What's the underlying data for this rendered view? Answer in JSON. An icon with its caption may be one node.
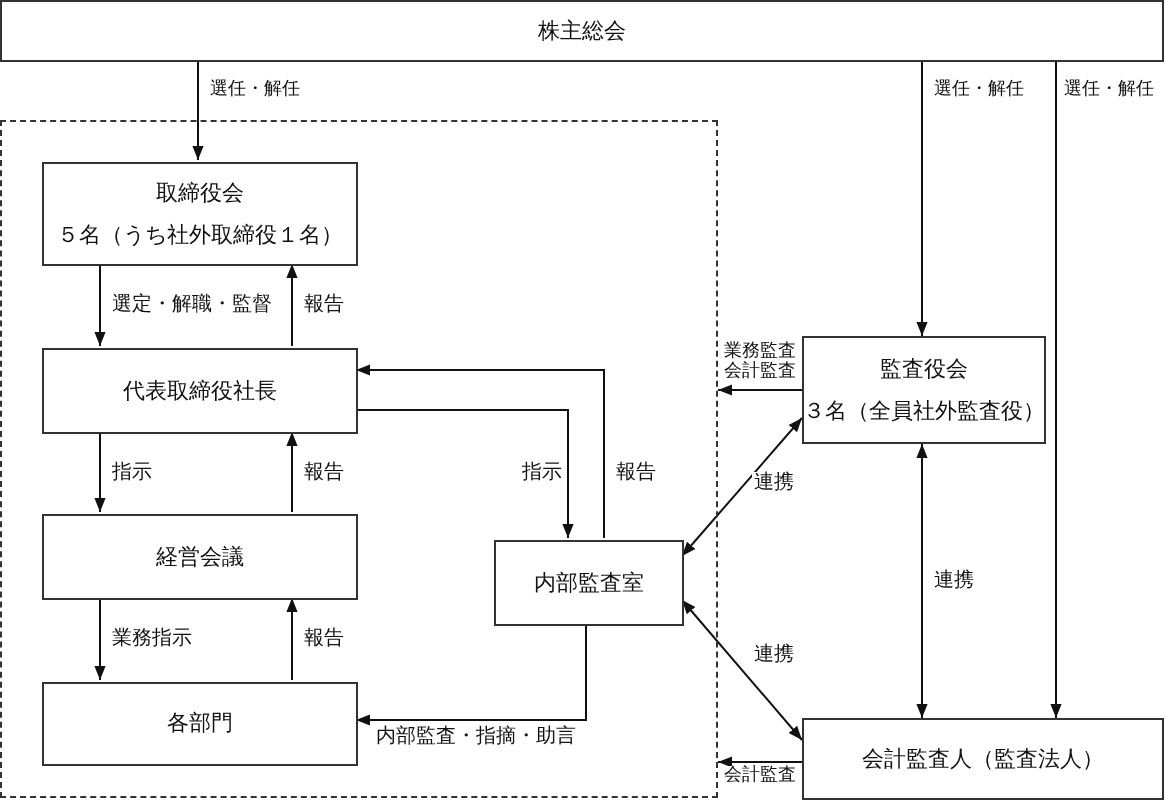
{
  "diagram": {
    "nodes": [
      {
        "text": [
          "株主総会"
        ]
      },
      {
        "text": [],
        "shape": "box"
      },
      {
        "text": [
          "取締役会",
          "５名（うち社外取締役１名）"
        ],
        "in": 1
      },
      {
        "text": [
          "代表取締役社長"
        ],
        "in": 1
      },
      {
        "text": [
          "経営会議"
        ],
        "in": 1
      },
      {
        "text": [
          "各部門"
        ],
        "in": 1
      },
      {
        "text": [
          "内部監査室"
        ],
        "in": 1
      },
      {
        "text": [
          "監査役会",
          "３名（全員社外監査役）"
        ]
      },
      {
        "text": [
          "会計監査人（監査法人）"
        ]
      }
    ],
    "edges": [
      {
        "from": 0,
        "to": 2,
        "arrow": "to",
        "label": "選任・解任"
      },
      {
        "from": 0,
        "to": 7,
        "arrow": "to",
        "label": "選任・解任"
      },
      {
        "from": 0,
        "to": 8,
        "arrow": "to",
        "label": "選任・解任"
      },
      {
        "from": 2,
        "to": 3,
        "arrow": "to",
        "label": "選定・解職・監督"
      },
      {
        "from": 3,
        "to": 2,
        "arrow": "to",
        "label": "報告"
      },
      {
        "from": 3,
        "to": 4,
        "arrow": "to",
        "label": "指示"
      },
      {
        "from": 4,
        "to": 3,
        "arrow": "to",
        "label": "報告"
      },
      {
        "from": 4,
        "to": 5,
        "arrow": "to",
        "label": "業務指示"
      },
      {
        "from": 5,
        "to": 4,
        "arrow": "to",
        "label": "報告"
      },
      {
        "from": 3,
        "to": 6,
        "arrow": "to",
        "label": "指示"
      },
      {
        "from": 6,
        "to": 3,
        "arrow": "to",
        "label": "報告"
      },
      {
        "from": 6,
        "to": 5,
        "arrow": "to",
        "label": "内部監査・指摘・助言"
      },
      {
        "from": 7,
        "to": 1,
        "arrow": "to",
        "label": "業務監査会計監査"
      },
      {
        "from": 6,
        "to": 7,
        "arrow": "both",
        "label": "連携"
      },
      {
        "from": 7,
        "to": 8,
        "arrow": "both",
        "label": "連携"
      },
      {
        "from": 6,
        "to": 8,
        "arrow": "both",
        "label": "連携"
      },
      {
        "from": 8,
        "to": 1,
        "arrow": "to",
        "label": "会計監査"
      }
    ]
  }
}
